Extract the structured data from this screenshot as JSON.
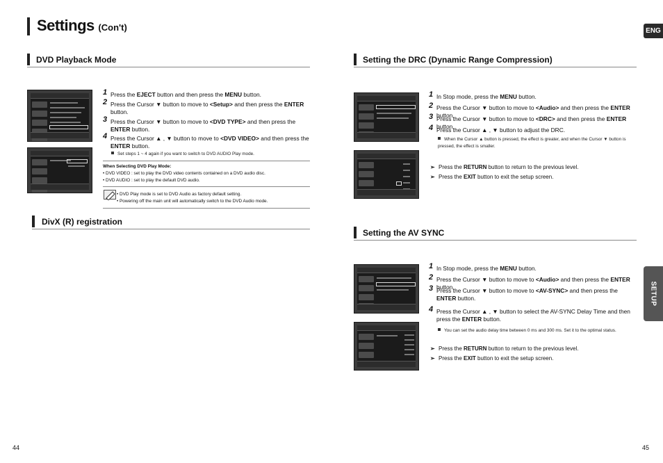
{
  "page_title": "Settings",
  "page_title_sub": "(Con't)",
  "eng_tab": "ENG",
  "setup_tab": "SETUP",
  "page_left": "44",
  "page_right": "45",
  "dvd_playback": {
    "title": "DVD Playback Mode",
    "steps": [
      {
        "num": "1",
        "html": "Press the <b>EJECT</b> button and then press the <b>MENU</b> button."
      },
      {
        "num": "2",
        "html": "Press the Cursor ▼ button to move to <b>&lt;Setup&gt;</b> and then press the <b>ENTER</b> button."
      },
      {
        "num": "3",
        "html": "Press the Cursor ▼ button to move to <b>&lt;DVD TYPE&gt;</b> and then press the <b>ENTER</b> button."
      },
      {
        "num": "4",
        "html": "Press the Cursor ▲ , ▼ button to move to <b>&lt;DVD VIDEO&gt;</b> and then press the <b>ENTER</b> button."
      }
    ],
    "step_note": "Set steps 1 ~ 4 again if you want to switch to DVD AUDIO Play mode.",
    "when_heading": "When Selecting DVD Play Mode:",
    "when_lines": [
      "• DVD VIDEO : set to play the DVD video contents contained on a DVD audio disc.",
      "• DVD AUDIO : set to play the default DVD audio."
    ],
    "notes": [
      "• DVD Play mode is set to DVD Audio as factory default setting.",
      "• Powering off the main unit will automatically switch to the DVD Audio mode."
    ]
  },
  "divx": {
    "title": "DivX (R) registration"
  },
  "drc": {
    "title": "Setting the DRC (Dynamic Range Compression)",
    "steps": [
      {
        "num": "1",
        "html": "In Stop mode, press the <b>MENU</b> button."
      },
      {
        "num": "2",
        "html": "Press the Cursor ▼ button to move to <b>&lt;Audio&gt;</b> and then press the <b>ENTER</b> button."
      },
      {
        "num": "3",
        "html": "Press the Cursor ▼ button to move to <b>&lt;DRC&gt;</b> and then press the <b>ENTER</b> button."
      },
      {
        "num": "4",
        "html": "Press the Cursor ▲ , ▼ button to adjust the DRC."
      }
    ],
    "step_note": "When the Cursor ▲ button is pressed, the effect is greater, and when the Cursor ▼ button is pressed, the effect is smaller.",
    "pointers": [
      "Press the <b>RETURN</b> button to return to the previous level.",
      "Press the <b>EXIT</b> button to exit the setup screen."
    ]
  },
  "avsync": {
    "title": "Setting the AV SYNC",
    "steps": [
      {
        "num": "1",
        "html": "In Stop mode, press the <b>MENU</b> button."
      },
      {
        "num": "2",
        "html": "Press the Cursor ▼ button to move to <b>&lt;Audio&gt;</b> and then press the <b>ENTER</b> button."
      },
      {
        "num": "3",
        "html": "Press the Cursor ▼ button to move to <b>&lt;AV-SYNC&gt;</b> and then press the <b>ENTER</b> button."
      },
      {
        "num": "4",
        "html": "Press the Cursor ▲ , ▼ button to select the AV-SYNC Delay Time  and then press the <b>ENTER</b> button."
      }
    ],
    "step_note": "You can set the audio delay time between 0 ms and 300 ms. Set it to the optimal status.",
    "pointers": [
      "Press the <b>RETURN</b> button to return to the previous level.",
      "Press the <b>EXIT</b> button to exit the setup screen."
    ]
  }
}
